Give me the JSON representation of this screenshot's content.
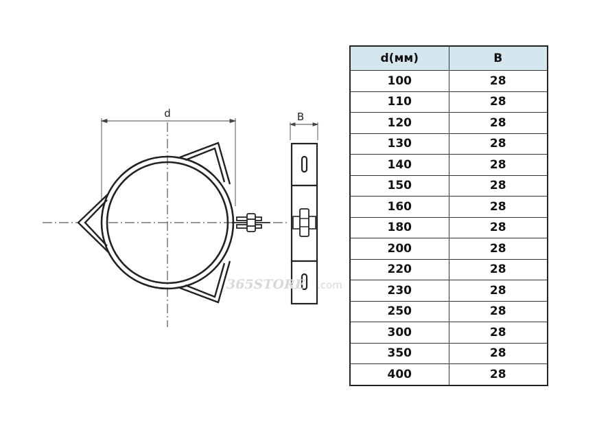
{
  "drawing": {
    "dim_d_label": "d",
    "dim_b_label": "B",
    "watermark_brand": "365STORE",
    "watermark_domain": ".com.ua"
  },
  "table": {
    "headers": [
      "d(мм)",
      "B"
    ],
    "rows": [
      [
        "100",
        "28"
      ],
      [
        "110",
        "28"
      ],
      [
        "120",
        "28"
      ],
      [
        "130",
        "28"
      ],
      [
        "140",
        "28"
      ],
      [
        "150",
        "28"
      ],
      [
        "160",
        "28"
      ],
      [
        "180",
        "28"
      ],
      [
        "200",
        "28"
      ],
      [
        "220",
        "28"
      ],
      [
        "230",
        "28"
      ],
      [
        "250",
        "28"
      ],
      [
        "300",
        "28"
      ],
      [
        "350",
        "28"
      ],
      [
        "400",
        "28"
      ]
    ]
  },
  "colors": {
    "header_background": "#d4e7ee",
    "line": "#222222",
    "watermark": "#d8d8d8"
  }
}
